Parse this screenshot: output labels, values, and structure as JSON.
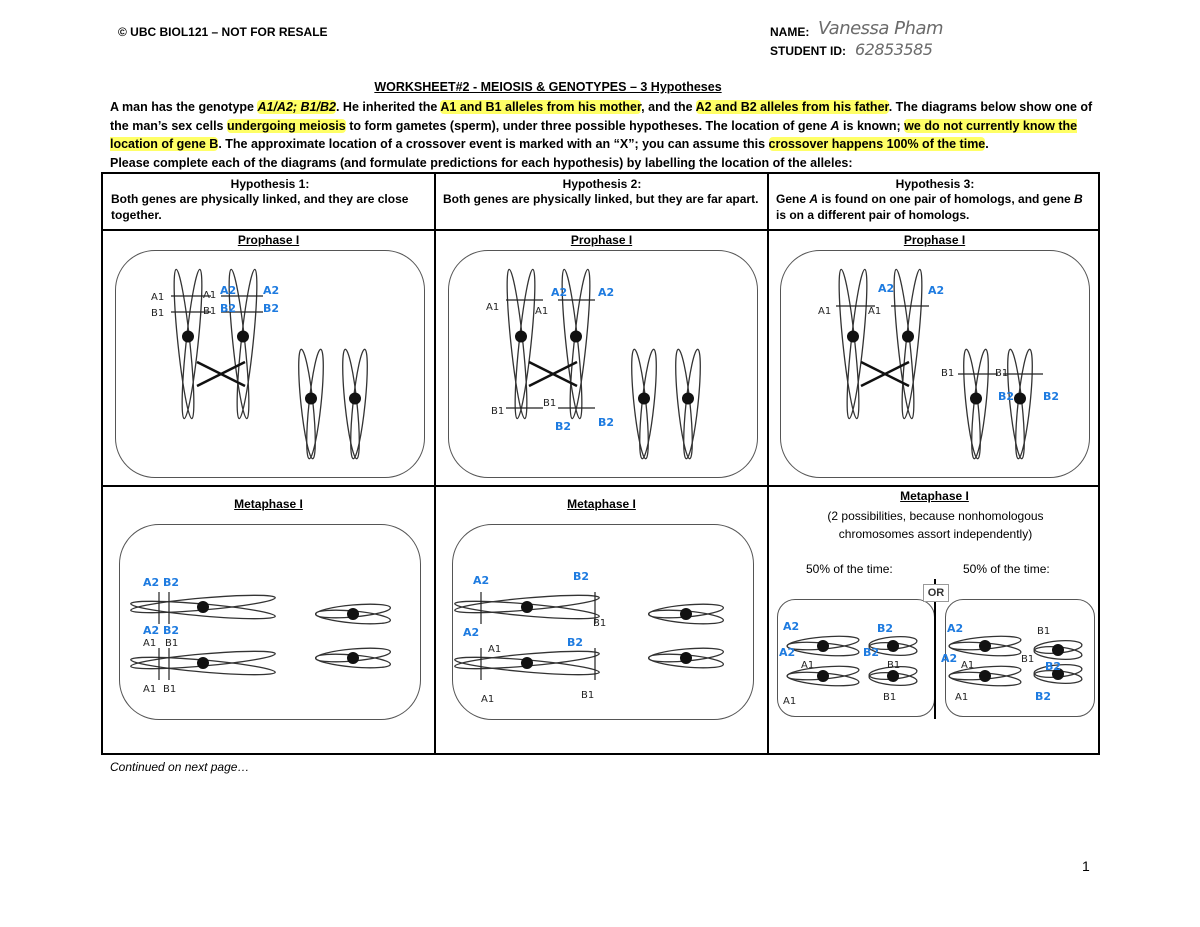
{
  "header": {
    "copyright": "© UBC BIOL121 – NOT FOR RESALE",
    "name_label": "NAME:",
    "name_value": "Vanessa Pham",
    "id_label": "STUDENT ID:",
    "id_value": "62853585"
  },
  "title": "WORKSHEET#2 - MEIOSIS & GENOTYPES – 3 Hypotheses",
  "intro": {
    "s1a": "A man has the genotype ",
    "s1b": "A1/A2; B1/B2",
    "s1c": ". He inherited the ",
    "s1d": "A1 and B1 alleles from his mother",
    "s1e": ", and the ",
    "s1f": "A2 and B2 alleles from his father",
    "s1g": ". The diagrams below show one of the man’s sex cells ",
    "s1h": "undergoing meiosis",
    "s1i": " to form gametes (sperm), under three possible hypotheses. The location of gene ",
    "s1j": "A",
    "s1k": " is known; ",
    "s1l": "we do not currently know the location of gene B",
    "s1m": ". The approximate location of a crossover event is marked with an “X”; you can assume this ",
    "s1n": "crossover happens 100% of the time",
    "s1o": ".",
    "s2": "Please complete each of the diagrams (and formulate predictions for each hypothesis) by labelling the location of the alleles:"
  },
  "hypotheses": [
    {
      "title": "Hypothesis 1:",
      "desc": "Both genes are physically linked, and they are close together."
    },
    {
      "title": "Hypothesis 2:",
      "desc": "Both genes are physically linked, but they are far apart."
    },
    {
      "title": "Hypothesis 3:",
      "desc_a": "Gene ",
      "desc_b": "A",
      "desc_c": " is found on one pair of homologs, and gene ",
      "desc_d": "B",
      "desc_e": " is on a different pair of homologs."
    }
  ],
  "phases": {
    "prophase": "Prophase I",
    "metaphase": "Metaphase I",
    "h3_note": "(2 possibilities, because nonhomologous chromosomes assort independently)",
    "half_left": "50% of the time:",
    "half_right": "50% of the time:",
    "or_label": "OR"
  },
  "labels": {
    "A1": "A1",
    "A2": "A2",
    "B1": "B1",
    "B2": "B2"
  },
  "footer": {
    "continued": "Continued on next page…",
    "page_number": "1"
  }
}
